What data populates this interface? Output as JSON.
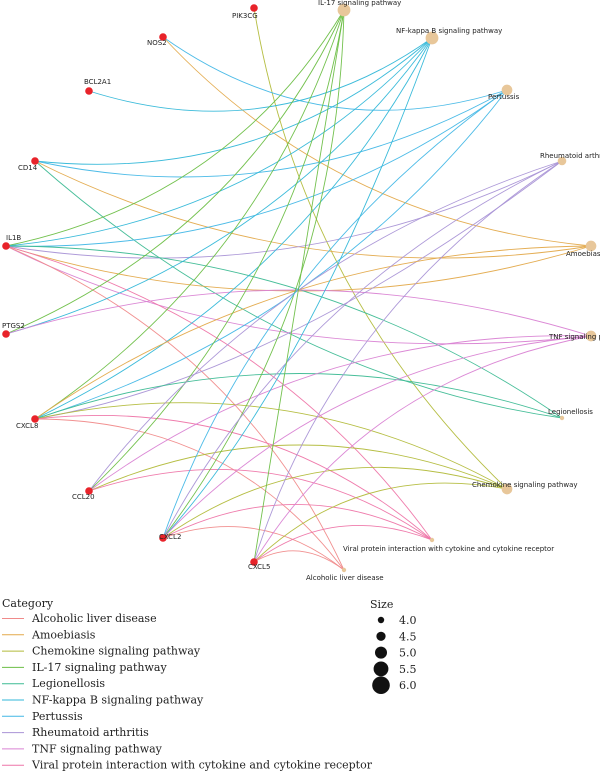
{
  "colors": {
    "gene_node": "#e8232a",
    "pathway_node": "#e8c79a",
    "Alcoholic liver disease": "#f08a8a",
    "Amoebiasis": "#e3a94a",
    "Chemokine signaling pathway": "#b2ba3a",
    "IL-17 signaling pathway": "#6cbe45",
    "Legionellosis": "#3dbb94",
    "NF-kappa B signaling pathway": "#31b7d8",
    "Pertussis": "#42b7e6",
    "Rheumatoid arthritis": "#a993d6",
    "TNF signaling pathway": "#d982d3",
    "Viral protein interaction with cytokine and cytokine receptor": "#ee75a8"
  },
  "genes": [
    {
      "label": "PIK3CG"
    },
    {
      "label": "NOS2"
    },
    {
      "label": "BCL2A1"
    },
    {
      "label": "CD14"
    },
    {
      "label": "IL1B"
    },
    {
      "label": "PTGS2"
    },
    {
      "label": "CXCL8"
    },
    {
      "label": "CCL20"
    },
    {
      "label": "CXCL2"
    },
    {
      "label": "CXCL5"
    }
  ],
  "pathways": [
    {
      "label": "IL-17 signaling pathway",
      "size": 6.0
    },
    {
      "label": "NF-kappa B signaling pathway",
      "size": 6.0
    },
    {
      "label": "Pertussis",
      "size": 5.5
    },
    {
      "label": "Rheumatoid arthritis",
      "size": 5.0
    },
    {
      "label": "Amoebiasis",
      "size": 5.5
    },
    {
      "label": "TNF signaling pathway",
      "size": 5.5
    },
    {
      "label": "Legionellosis",
      "size": 4.0
    },
    {
      "label": "Chemokine signaling pathway",
      "size": 5.5
    },
    {
      "label": "Viral protein interaction with cytokine and cytokine receptor",
      "size": 4.0
    },
    {
      "label": "Alcoholic liver disease",
      "size": 4.0
    }
  ],
  "edges": [
    [
      "PIK3CG",
      "Chemokine signaling pathway"
    ],
    [
      "NOS2",
      "Amoebiasis"
    ],
    [
      "NOS2",
      "Pertussis"
    ],
    [
      "BCL2A1",
      "NF-kappa B signaling pathway"
    ],
    [
      "CD14",
      "Amoebiasis"
    ],
    [
      "CD14",
      "NF-kappa B signaling pathway"
    ],
    [
      "CD14",
      "Legionellosis"
    ],
    [
      "CD14",
      "Pertussis"
    ],
    [
      "IL1B",
      "IL-17 signaling pathway"
    ],
    [
      "IL1B",
      "NF-kappa B signaling pathway"
    ],
    [
      "IL1B",
      "Pertussis"
    ],
    [
      "IL1B",
      "Rheumatoid arthritis"
    ],
    [
      "IL1B",
      "Amoebiasis"
    ],
    [
      "IL1B",
      "TNF signaling pathway"
    ],
    [
      "IL1B",
      "Legionellosis"
    ],
    [
      "IL1B",
      "Alcoholic liver disease"
    ],
    [
      "IL1B",
      "Viral protein interaction with cytokine and cytokine receptor"
    ],
    [
      "PTGS2",
      "IL-17 signaling pathway"
    ],
    [
      "PTGS2",
      "NF-kappa B signaling pathway"
    ],
    [
      "PTGS2",
      "TNF signaling pathway"
    ],
    [
      "CXCL8",
      "IL-17 signaling pathway"
    ],
    [
      "CXCL8",
      "NF-kappa B signaling pathway"
    ],
    [
      "CXCL8",
      "Pertussis"
    ],
    [
      "CXCL8",
      "Rheumatoid arthritis"
    ],
    [
      "CXCL8",
      "Amoebiasis"
    ],
    [
      "CXCL8",
      "Legionellosis"
    ],
    [
      "CXCL8",
      "Chemokine signaling pathway"
    ],
    [
      "CXCL8",
      "Viral protein interaction with cytokine and cytokine receptor"
    ],
    [
      "CXCL8",
      "Alcoholic liver disease"
    ],
    [
      "CCL20",
      "IL-17 signaling pathway"
    ],
    [
      "CCL20",
      "Rheumatoid arthritis"
    ],
    [
      "CCL20",
      "TNF signaling pathway"
    ],
    [
      "CCL20",
      "Chemokine signaling pathway"
    ],
    [
      "CCL20",
      "Viral protein interaction with cytokine and cytokine receptor"
    ],
    [
      "CXCL2",
      "IL-17 signaling pathway"
    ],
    [
      "CXCL2",
      "NF-kappa B signaling pathway"
    ],
    [
      "CXCL2",
      "Pertussis"
    ],
    [
      "CXCL2",
      "Rheumatoid arthritis"
    ],
    [
      "CXCL2",
      "TNF signaling pathway"
    ],
    [
      "CXCL2",
      "Chemokine signaling pathway"
    ],
    [
      "CXCL2",
      "Viral protein interaction with cytokine and cytokine receptor"
    ],
    [
      "CXCL2",
      "Alcoholic liver disease"
    ],
    [
      "CXCL5",
      "IL-17 signaling pathway"
    ],
    [
      "CXCL5",
      "Rheumatoid arthritis"
    ],
    [
      "CXCL5",
      "TNF signaling pathway"
    ],
    [
      "CXCL5",
      "Chemokine signaling pathway"
    ],
    [
      "CXCL5",
      "Viral protein interaction with cytokine and cytokine receptor"
    ],
    [
      "CXCL5",
      "Alcoholic liver disease"
    ]
  ],
  "legend": {
    "category_title": "Category",
    "categories": [
      "Alcoholic liver disease",
      "Amoebiasis",
      "Chemokine signaling pathway",
      "IL-17 signaling pathway",
      "Legionellosis",
      "NF-kappa B signaling pathway",
      "Pertussis",
      "Rheumatoid arthritis",
      "TNF signaling pathway",
      "Viral protein interaction with cytokine and cytokine receptor"
    ],
    "size_title": "Size",
    "sizes": [
      "4.0",
      "4.5",
      "5.0",
      "5.5",
      "6.0"
    ]
  }
}
